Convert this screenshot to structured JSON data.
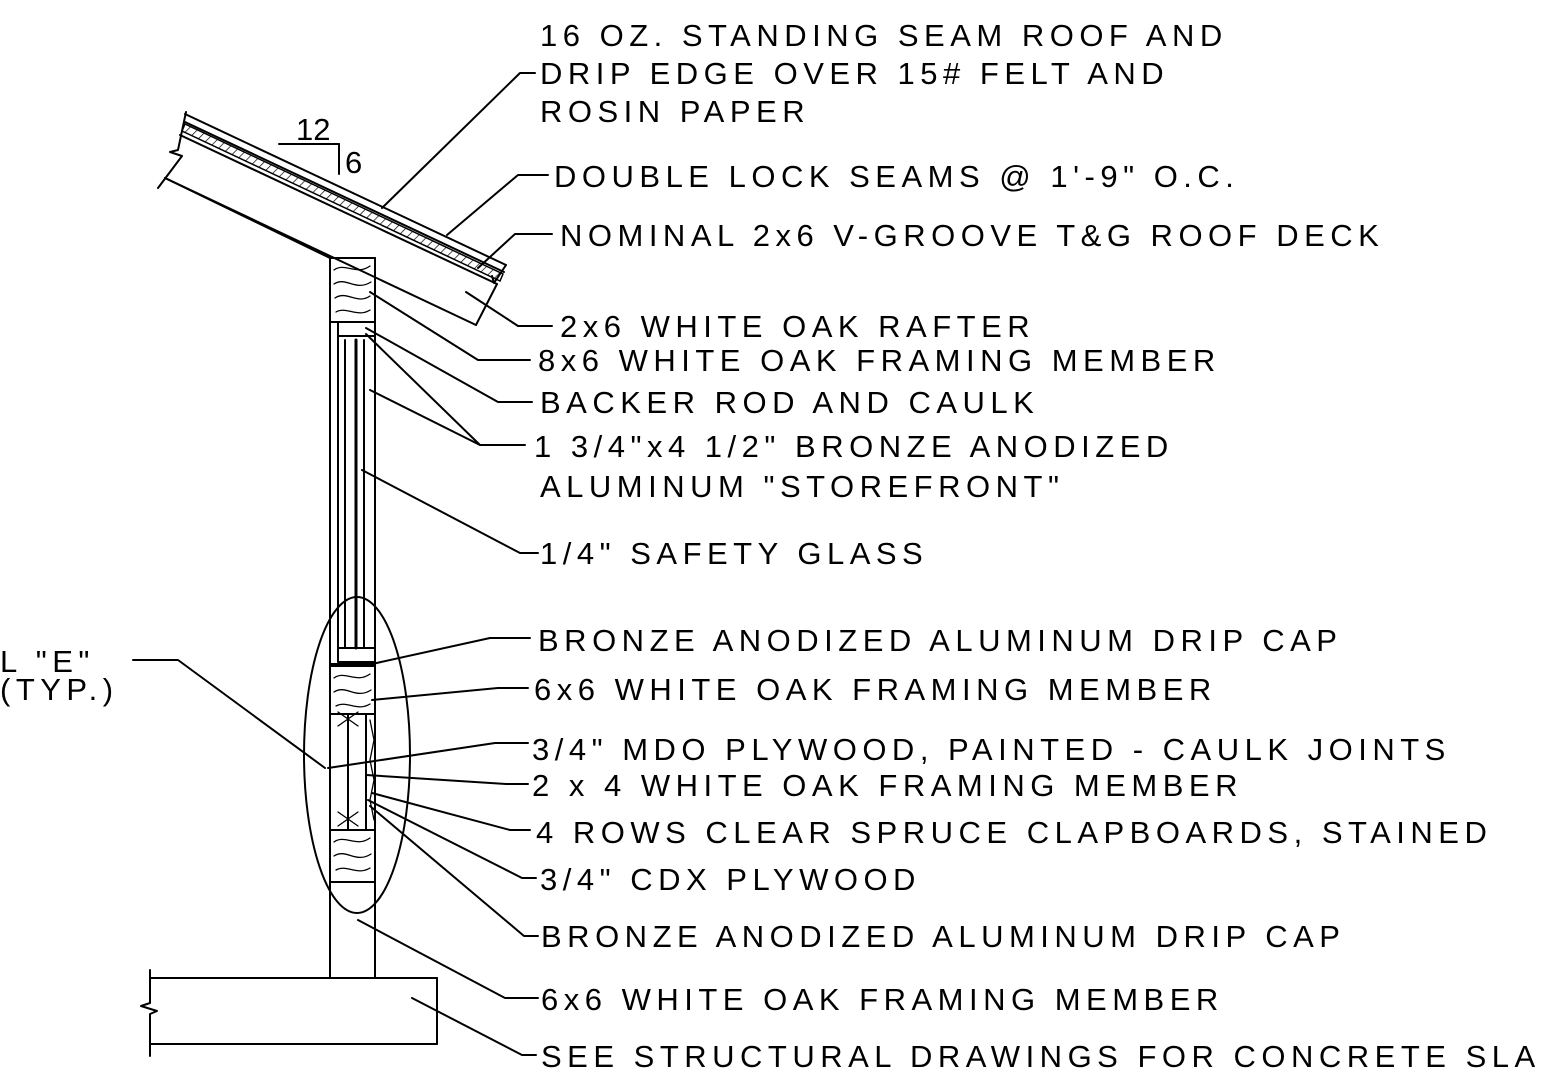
{
  "slope": {
    "run": "12",
    "rise": "6"
  },
  "detail_callout": {
    "line1": "L  \"E\"",
    "line2": "(TYP.)"
  },
  "notes": [
    {
      "id": "note-standing-seam-roof",
      "lines": [
        "16 OZ. STANDING SEAM ROOF AND",
        "DRIP EDGE OVER 15# FELT AND",
        "ROSIN PAPER"
      ]
    },
    {
      "id": "note-double-lock-seams",
      "lines": [
        "DOUBLE LOCK SEAMS @ 1'-9\" O.C."
      ]
    },
    {
      "id": "note-roof-deck",
      "lines": [
        "NOMINAL 2x6 V-GROOVE T&G ROOF DECK"
      ]
    },
    {
      "id": "note-rafter",
      "lines": [
        "2x6 WHITE OAK RAFTER"
      ]
    },
    {
      "id": "note-8x6-framing",
      "lines": [
        "8x6 WHITE OAK FRAMING MEMBER"
      ]
    },
    {
      "id": "note-backer-rod",
      "lines": [
        "BACKER ROD AND CAULK"
      ]
    },
    {
      "id": "note-storefront",
      "lines": [
        "1 3/4\"x4 1/2\" BRONZE ANODIZED",
        "ALUMINUM \"STOREFRONT\""
      ]
    },
    {
      "id": "note-safety-glass",
      "lines": [
        "1/4\" SAFETY GLASS"
      ]
    },
    {
      "id": "note-drip-cap-upper",
      "lines": [
        "BRONZE ANODIZED ALUMINUM DRIP CAP"
      ]
    },
    {
      "id": "note-6x6-framing-upper",
      "lines": [
        "6x6 WHITE OAK FRAMING MEMBER"
      ]
    },
    {
      "id": "note-mdo-plywood",
      "lines": [
        "3/4\" MDO PLYWOOD, PAINTED - CAULK JOINTS"
      ]
    },
    {
      "id": "note-2x4-framing",
      "lines": [
        "2 x 4 WHITE OAK FRAMING MEMBER"
      ]
    },
    {
      "id": "note-clapboards",
      "lines": [
        "4 ROWS CLEAR SPRUCE CLAPBOARDS, STAINED"
      ]
    },
    {
      "id": "note-cdx-plywood",
      "lines": [
        "3/4\" CDX PLYWOOD"
      ]
    },
    {
      "id": "note-drip-cap-lower",
      "lines": [
        "BRONZE ANODIZED ALUMINUM DRIP CAP"
      ]
    },
    {
      "id": "note-6x6-framing-lower",
      "lines": [
        "6x6 WHITE OAK FRAMING MEMBER"
      ]
    },
    {
      "id": "note-concrete-slab",
      "lines": [
        "SEE STRUCTURAL DRAWINGS FOR CONCRETE SLAB"
      ]
    }
  ]
}
